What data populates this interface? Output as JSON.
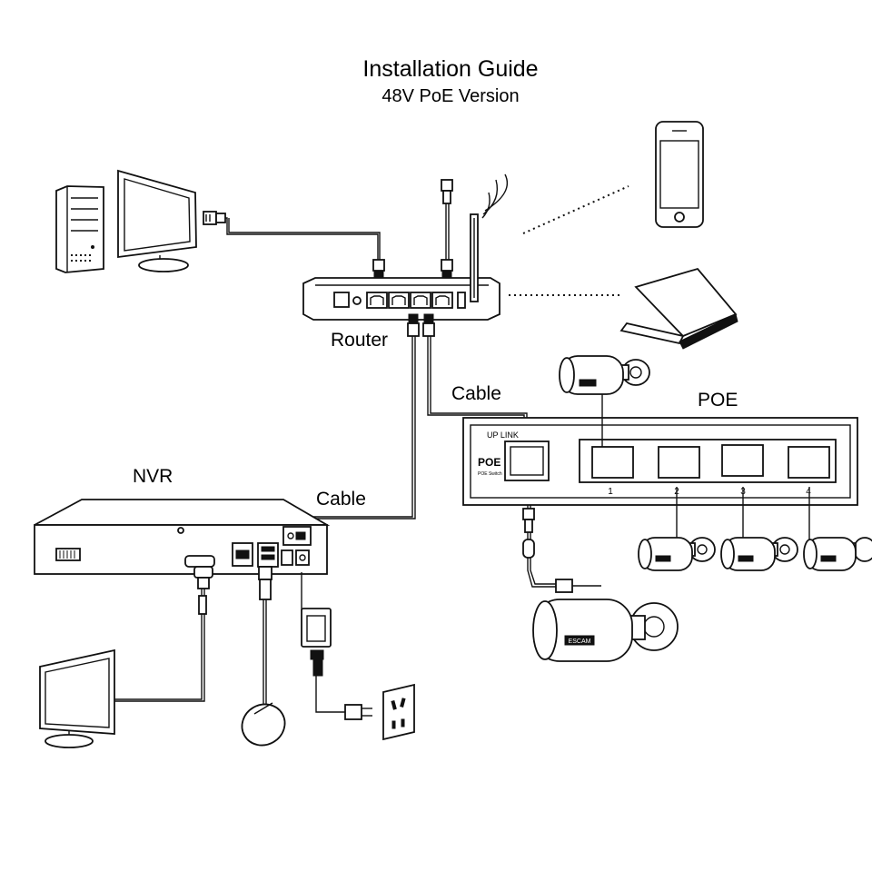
{
  "title": "Installation Guide",
  "subtitle": "48V PoE Version",
  "labels": {
    "router": "Router",
    "cable_router_poe": "Cable",
    "cable_nvr_router": "Cable",
    "poe": "POE",
    "nvr": "NVR"
  },
  "poe_switch": {
    "uplink": "UP LINK",
    "brand": "POE",
    "brand_sub": "POE Switch",
    "ports": [
      "1",
      "2",
      "3",
      "4"
    ]
  },
  "camera_brand": "ESCAM",
  "colors": {
    "line": "#111111",
    "background": "#ffffff"
  }
}
